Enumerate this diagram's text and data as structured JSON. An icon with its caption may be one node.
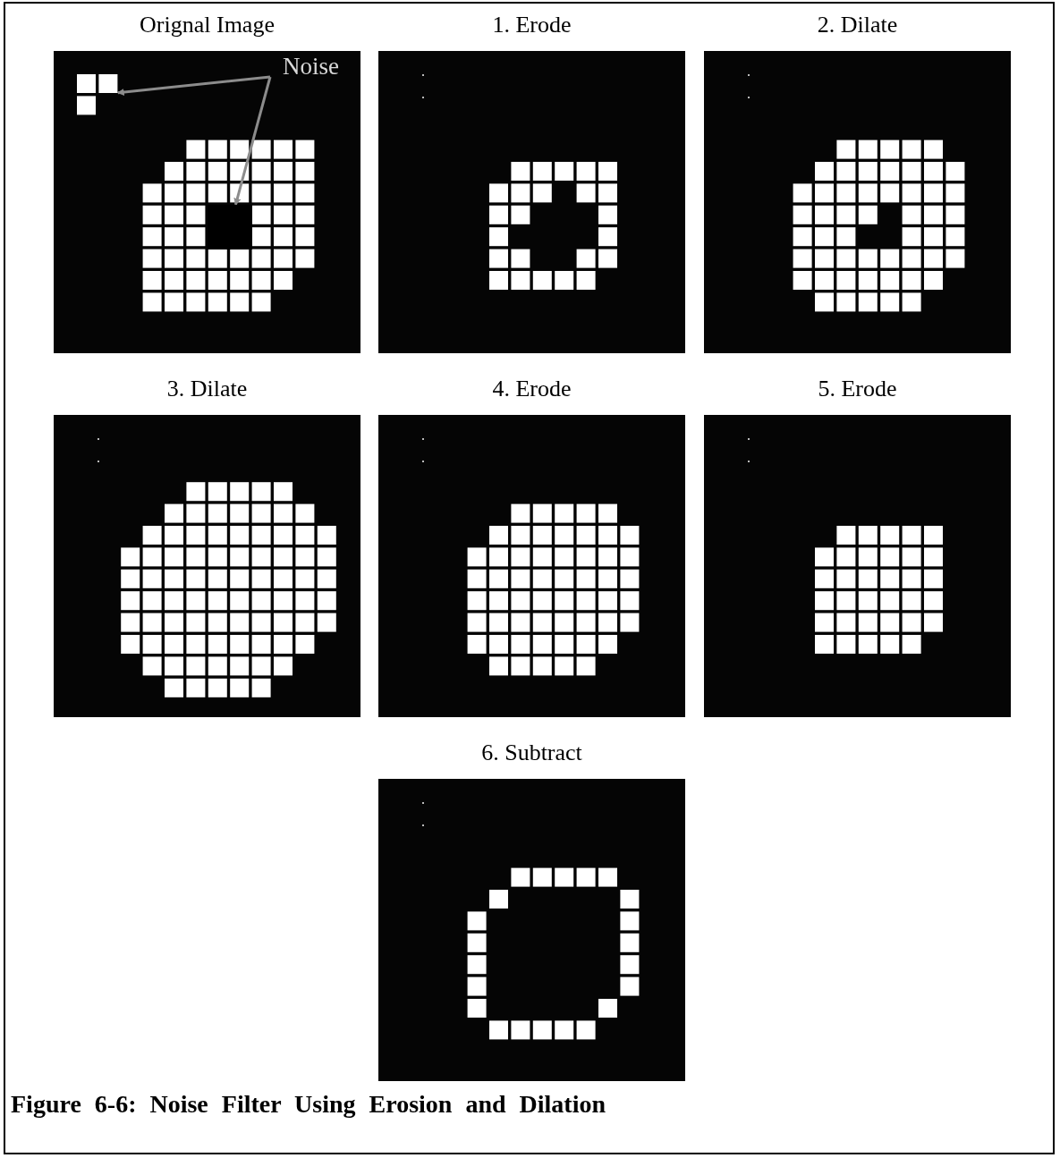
{
  "diagram": {
    "caption": "Figure 6-6: Noise Filter Using Erosion and Dilation",
    "nodes": [
      {
        "text": [
          "Orignal Image"
        ]
      },
      {
        "text": [
          "1. Erode"
        ]
      },
      {
        "text": [
          "2. Dilate"
        ]
      },
      {
        "text": [
          "3. Dilate"
        ]
      },
      {
        "text": [
          "4. Erode"
        ]
      },
      {
        "text": [
          "5. Erode"
        ]
      },
      {
        "text": [
          "6. Subtract"
        ]
      },
      {
        "text": [
          "Noise"
        ],
        "in": 0
      },
      {
        "text": [],
        "shape": "box",
        "in": 0
      },
      {
        "text": [],
        "shape": "box",
        "in": 0
      }
    ],
    "edges": [
      {
        "from": 7,
        "to": 8,
        "arrow": "to"
      },
      {
        "from": 7,
        "to": 9,
        "arrow": "to"
      }
    ]
  }
}
